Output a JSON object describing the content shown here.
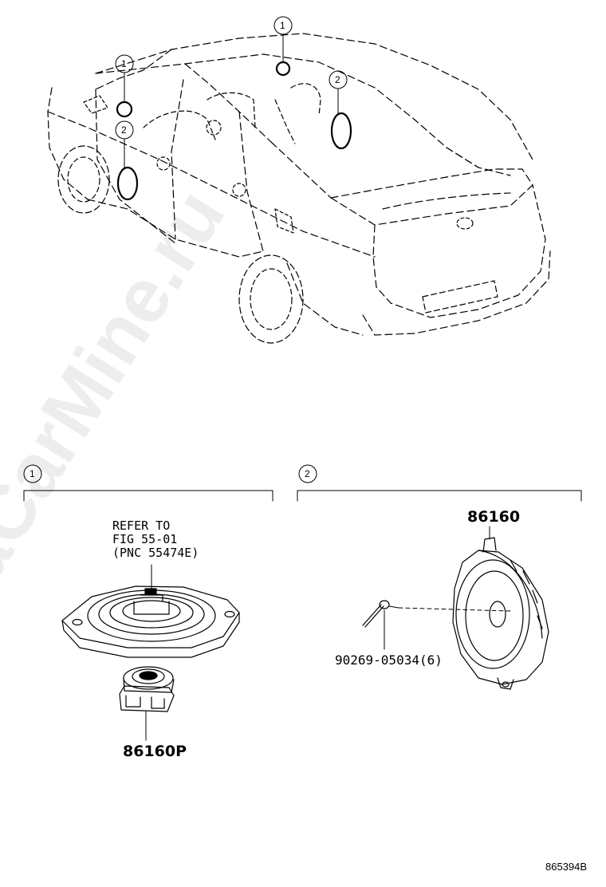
{
  "callouts": {
    "one": "1",
    "two": "2"
  },
  "section1": {
    "number": "1",
    "note": "REFER TO\nFIG 55-01\n(PNC 55474E)",
    "part_tweeter": "86160P"
  },
  "section2": {
    "number": "2",
    "part_speaker": "86160",
    "part_screw": "90269-05034(6)"
  },
  "figure_id": "865394B",
  "watermark": "ToyotaCarMine.ru",
  "colors": {
    "line": "#000000",
    "background": "#ffffff"
  }
}
